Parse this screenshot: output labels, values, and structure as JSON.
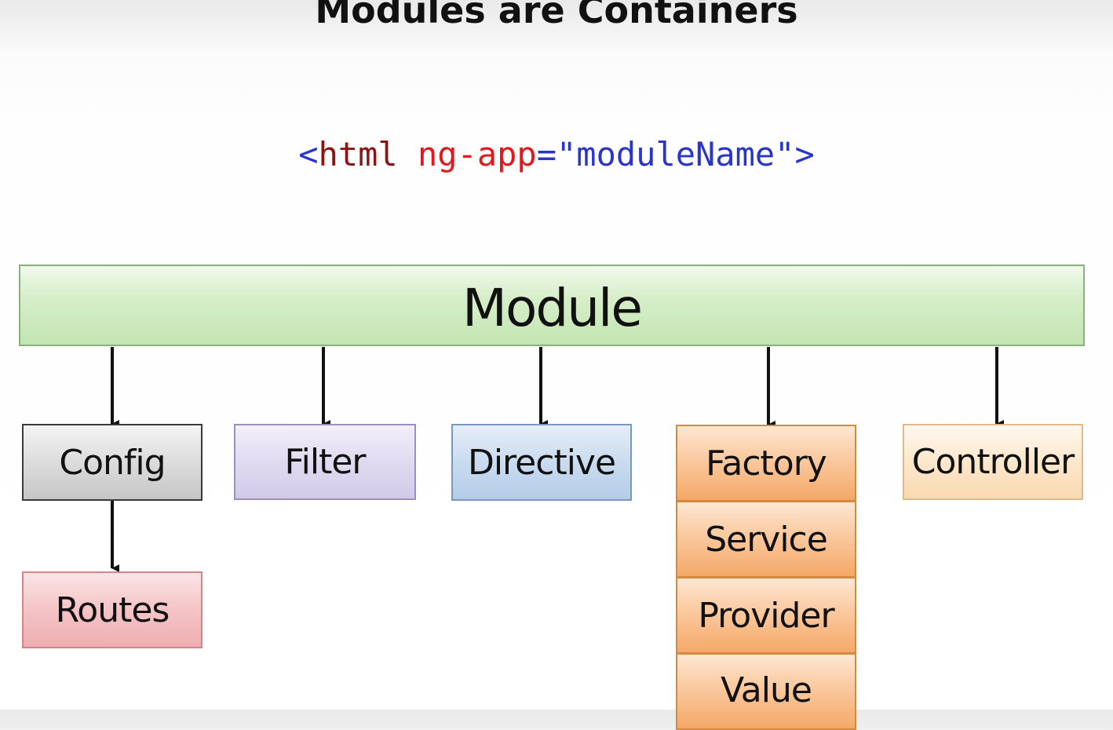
{
  "title": "Modules are Containers",
  "code": {
    "open_bracket": "<",
    "tag": "html",
    "space": " ",
    "attribute": "ng-app",
    "equals": "=",
    "value": "\"moduleName\"",
    "close_bracket": ">"
  },
  "colors": {
    "code_bracket": "#2a35c9",
    "code_tag": "#8b1414",
    "code_attribute": "#e0191f",
    "code_value": "#2a35c9",
    "module": "#c3e5b2",
    "config": "#dcdcdc",
    "filter": "#e0dbf0",
    "directive": "#c9dbef",
    "factory_group": "#fac69a",
    "controller": "#fde6c9",
    "routes": "#f4c4c6"
  },
  "diagram": {
    "root": "Module",
    "children": {
      "config": "Config",
      "filter": "Filter",
      "directive": "Directive",
      "factory": "Factory",
      "service": "Service",
      "provider": "Provider",
      "value": "Value",
      "controller": "Controller"
    },
    "grandchildren": {
      "routes": "Routes"
    }
  }
}
